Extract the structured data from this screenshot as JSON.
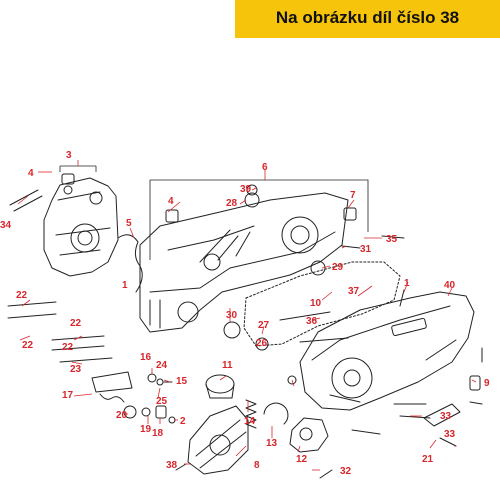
{
  "banner": {
    "text": "Na obrázku díl číslo 38",
    "background": "#f6c40b",
    "text_color": "#111111"
  },
  "colors": {
    "callout": "#d8262b",
    "line": "#222222",
    "part_fill": "#ffffff"
  },
  "callouts": [
    "1",
    "1",
    "2",
    "3",
    "4",
    "4",
    "5",
    "6",
    "7",
    "8",
    "9",
    "10",
    "11",
    "12",
    "13",
    "14",
    "15",
    "16",
    "17",
    "18",
    "19",
    "20",
    "21",
    "22",
    "22",
    "22",
    "22",
    "23",
    "24",
    "25",
    "26",
    "27",
    "28",
    "29",
    "30",
    "31",
    "32",
    "33",
    "33",
    "34",
    "35",
    "36",
    "37",
    "38",
    "39",
    "40"
  ]
}
